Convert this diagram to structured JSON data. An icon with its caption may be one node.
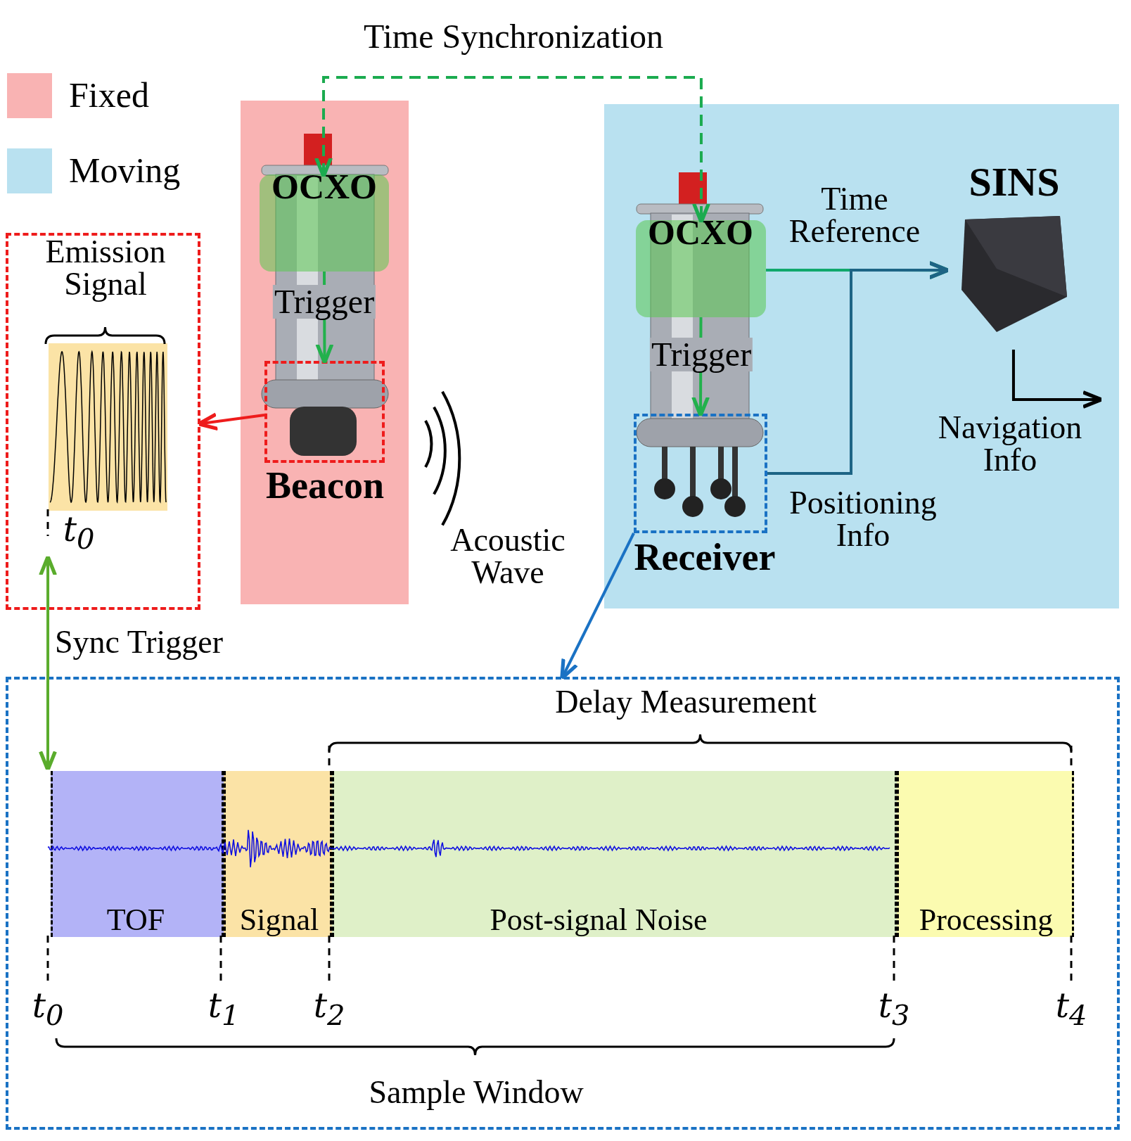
{
  "diagram": {
    "nodes": [
      {
        "text": [
          "Beacon"
        ]
      },
      {
        "text": [
          "OCXO"
        ],
        "in": 0
      },
      {
        "text": [],
        "shape": "box",
        "in": 0
      },
      {
        "text": [
          "Emission Signal",
          "t$_{0}$"
        ]
      },
      {
        "text": [],
        "shape": "picture",
        "in": 3
      },
      {
        "text": [
          "Receiver"
        ]
      },
      {
        "text": [
          "OCXO"
        ],
        "in": 5
      },
      {
        "text": [],
        "shape": "box",
        "in": 5
      },
      {
        "text": [
          "SINS"
        ],
        "in": 5
      },
      {
        "text": [],
        "shape": "box"
      },
      {
        "text": [
          "TOF"
        ],
        "in": 9,
        "beside": [
          "t$_{0}$",
          "t$_{1}$"
        ]
      },
      {
        "text": [
          "Signal"
        ],
        "in": 9,
        "beside": [
          "t$_{2}$"
        ]
      },
      {
        "text": [
          "Post-signal Noise"
        ],
        "in": 9,
        "beside": [
          "t$_{3}$"
        ]
      },
      {
        "text": [
          "Processing"
        ],
        "in": 9,
        "beside": [
          "t$_{4}$"
        ]
      }
    ],
    "edges": [
      {
        "from": 1,
        "to": 6,
        "arrow": "both",
        "label": "Time Synchronization",
        "style": "dashed",
        "color": "#1bab4f"
      },
      {
        "from": 1,
        "to": 2,
        "arrow": "to",
        "label": "Trigger",
        "color": "#22b14c"
      },
      {
        "from": 6,
        "to": 7,
        "arrow": "to",
        "label": "Trigger",
        "color": "#22b14c"
      },
      {
        "from": 6,
        "to": 8,
        "arrow": "to",
        "label": "Time Reference",
        "color": "#11a86c"
      },
      {
        "from": 7,
        "to": 8,
        "arrow": "to",
        "label": "Positioning Info",
        "color": "#1d6485"
      },
      {
        "from": 7,
        "to": 9,
        "arrow": "to",
        "color": "#1a72c4"
      },
      {
        "from": 2,
        "to": 3,
        "arrow": "to",
        "color": "#ee1c1c"
      },
      {
        "from": 3,
        "to": 10,
        "arrow": "both",
        "label": "Sync Trigger",
        "color": "#5aac2c"
      },
      {
        "from": 8,
        "to": null,
        "arrow": "to",
        "label": "Navigation Info",
        "color": "#000000"
      }
    ],
    "labels": [
      "Acoustic Wave",
      "Delay Measurement",
      "Sample Window"
    ],
    "legend": [
      {
        "text": "Fixed",
        "color": "#f9b3b3"
      },
      {
        "text": "Moving",
        "color": "#b9e1f0"
      }
    ]
  }
}
